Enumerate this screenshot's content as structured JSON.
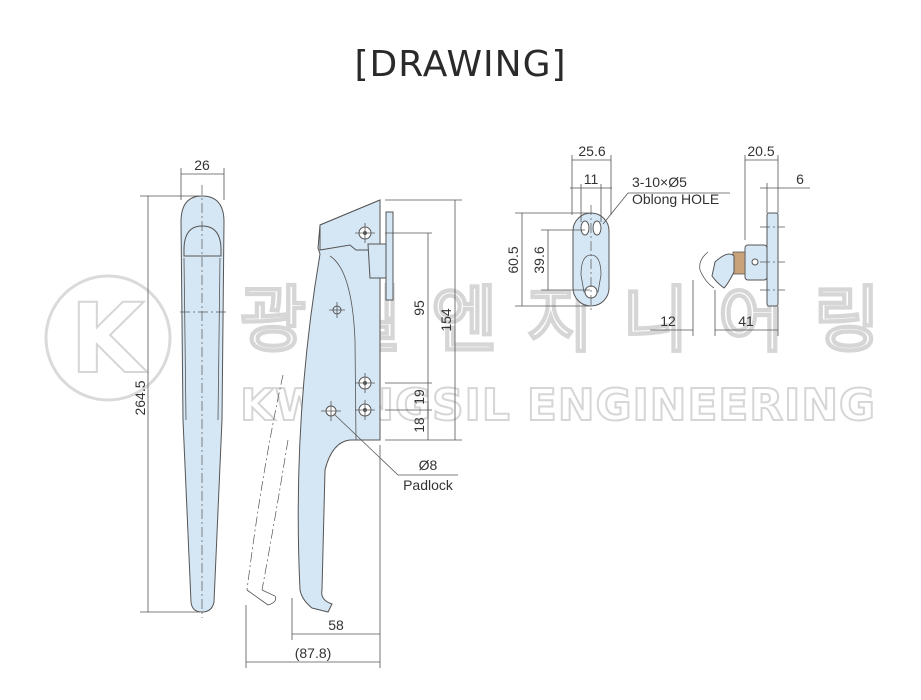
{
  "title": "[DRAWING]",
  "watermark": {
    "korean": "광일엔지니어링",
    "english": "KWANGSIL ENGINEERING",
    "logo_letter": "K"
  },
  "front_view": {
    "width": "26",
    "height": "264.5"
  },
  "side_view": {
    "dim_95": "95",
    "dim_154": "154",
    "dim_19": "19",
    "dim_18": "18",
    "dim_58": "58",
    "dim_87_8": "(87.8)",
    "padlock_dia": "Ø8",
    "padlock_label": "Padlock"
  },
  "keeper_front": {
    "width": "25.6",
    "hole_spacing": "11",
    "height": "60.5",
    "hole_pitch": "39.6",
    "hole_spec": "3-10×Ø5",
    "hole_label": "Oblong HOLE"
  },
  "keeper_side": {
    "depth": "20.5",
    "plate": "6",
    "dim_12": "12",
    "dim_41": "41"
  }
}
